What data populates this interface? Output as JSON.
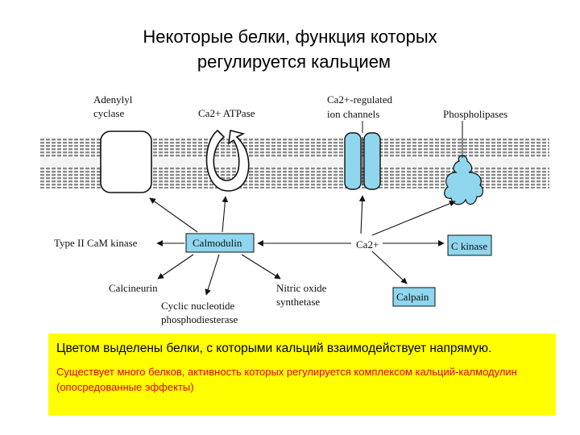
{
  "title": {
    "line1": "Некоторые белки, функция которых",
    "line2": "регулируется  кальцием"
  },
  "membrane_proteins": {
    "adenylyl": [
      "Adenylyl",
      "cyclase"
    ],
    "atpase": "Ca2+ ATPase",
    "channels": [
      "Ca2+-regulated",
      "ion channels"
    ],
    "phospholipases": "Phospholipases"
  },
  "boxes": {
    "calmodulin": "Calmodulin",
    "ckinase": "C kinase",
    "calpain": "Calpain"
  },
  "labels": {
    "ca": "Ca2+",
    "camkinase": "Type II CaM kinase",
    "calcineurin": "Calcineurin",
    "pde": [
      "Cyclic nucleotide",
      "phosphodiesterase"
    ],
    "nos": [
      "Nitric oxide",
      "synthetase"
    ]
  },
  "colors": {
    "highlight": "#8fd6ee",
    "note_bg": "#ffff00",
    "note_red": "#e00000"
  },
  "note": {
    "p1": "Цветом выделены белки, с которыми кальций взаимодействует напрямую.",
    "p2": "Существует много белков, активность которых регулируется комплексом кальций-калмодулин (опосредованные эффекты)"
  }
}
